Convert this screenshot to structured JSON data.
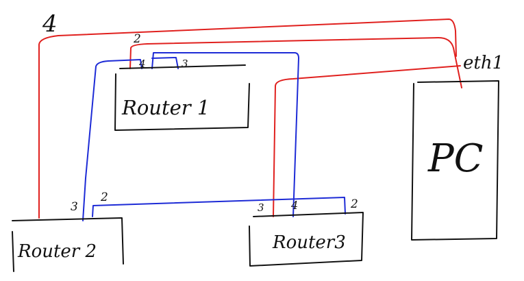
{
  "colors": {
    "red_link": "#e0201e",
    "blue_link": "#1d2bd6",
    "ink": "#111111"
  },
  "devices": {
    "router1": "Router 1",
    "router2": "Router 2",
    "router3": "Router3",
    "pc": "PC"
  },
  "ports": {
    "top_left_4": "4",
    "top_2": "2",
    "r1_4": "4",
    "r1_3": "3",
    "pc_eth1": "eth1",
    "r2_3": "3",
    "r2_2": "2",
    "r3_3": "3",
    "r3_4": "4",
    "r3_2": "2"
  }
}
